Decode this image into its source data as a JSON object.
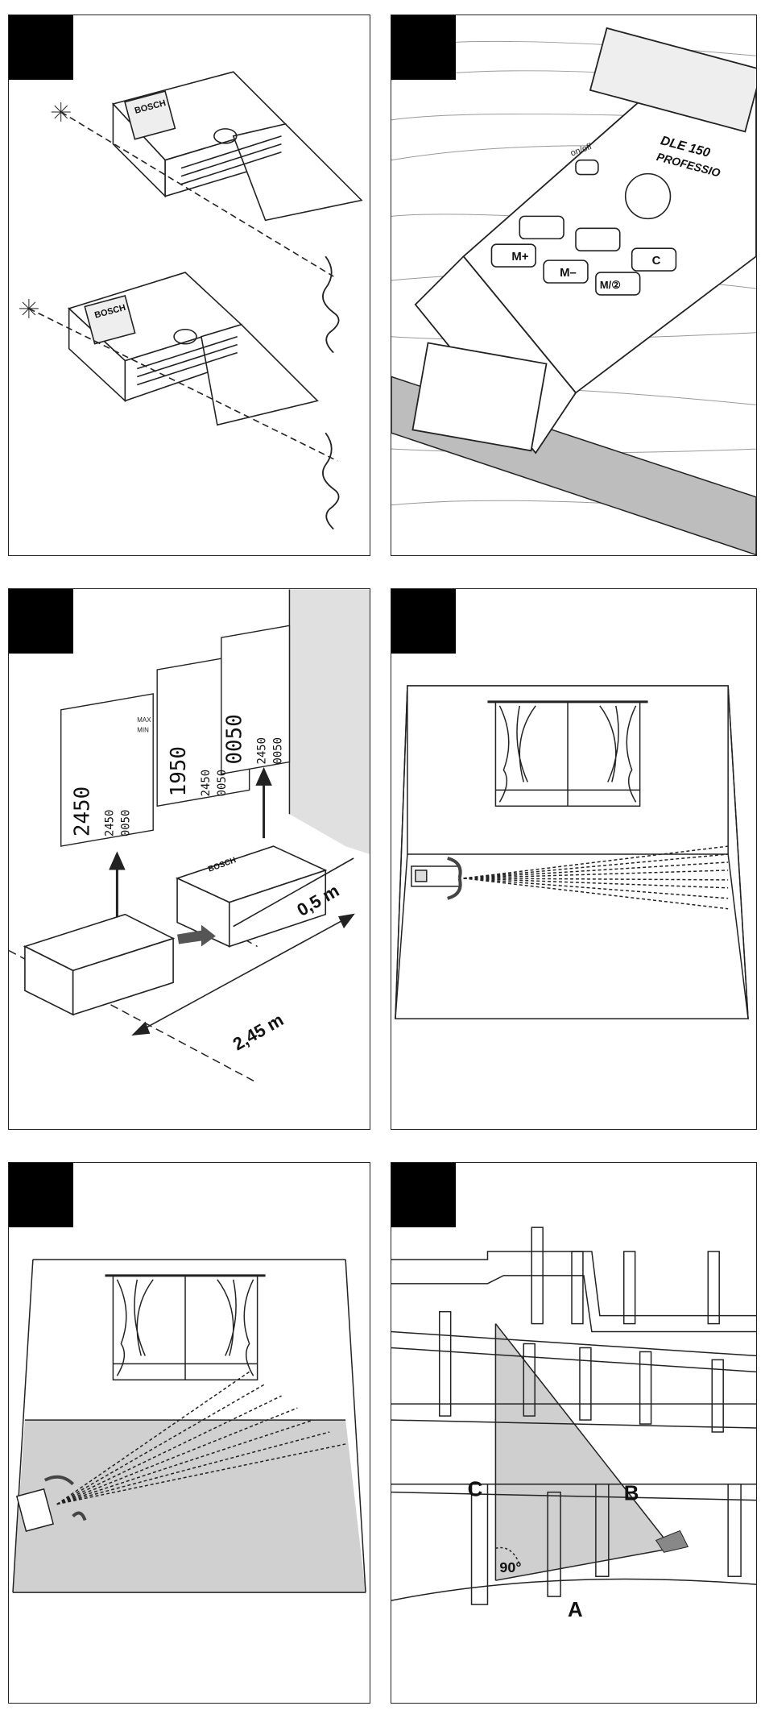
{
  "panels": [
    {
      "id": "fig1",
      "device_brand_top": "BOSCH",
      "device_brand_bottom": "BOSCH"
    },
    {
      "id": "fig2",
      "model_line1": "DLE 150",
      "model_line2": "PROFESSIO",
      "onoff_label": "on/off",
      "keys": [
        "M+",
        "M–",
        "M/②",
        "C"
      ]
    },
    {
      "id": "fig3",
      "device_brand": "BOSCH",
      "dim_long": "2,45 m",
      "dim_short": "0,5 m",
      "display_left": {
        "main": "2450",
        "max": "2450",
        "min": "0050"
      },
      "display_mid": {
        "main": "1950",
        "max": "2450",
        "min": "0050"
      },
      "display_right": {
        "main": "0050",
        "max": "2450",
        "min": "0050"
      },
      "max_label": "MAX",
      "min_label": "MIN"
    },
    {
      "id": "fig4"
    },
    {
      "id": "fig5"
    },
    {
      "id": "fig6",
      "point_a": "A",
      "point_b": "B",
      "point_c": "C",
      "angle": "90°"
    }
  ],
  "colors": {
    "tab": "#000000",
    "shade": "#cfcfcf",
    "line": "#222222"
  }
}
